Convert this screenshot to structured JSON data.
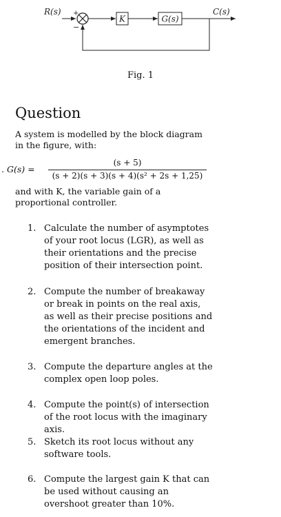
{
  "diagram": {
    "input_label": "R(s)",
    "output_label": "C(s)",
    "plus_sign": "+",
    "minus_sign": "−",
    "gain_block": "K",
    "plant_block": "G(s)"
  },
  "figure_caption": "Fig. 1",
  "question": {
    "title": "Question",
    "intro": "A system is modelled by the block diagram in the figure, with:",
    "equation": {
      "lead": ".",
      "lhs": "G(s) =",
      "numerator": "(s + 5)",
      "denominator": "(s + 2)(s + 3)(s + 4)(s² + 2s + 1,25)"
    },
    "after_text": "and with K, the variable gain of a proportional controller."
  },
  "tasks": [
    {
      "number": "1.",
      "text": "Calculate the number of asymptotes of your root locus (LGR), as well as their orientations and the precise position of their intersection point."
    },
    {
      "number": "2.",
      "text": "Compute the number of breakaway or break in points on the real axis, as well as their precise positions and the orientations of the incident and emergent branches."
    },
    {
      "number": "3.",
      "text": "Compute the departure angles at the complex open loop poles."
    },
    {
      "number": "4.",
      "text": "Compute the point(s) of intersection of the root locus with the imaginary axis."
    },
    {
      "number": "5.",
      "text": "Sketch its root locus without any software tools."
    },
    {
      "number": "6.",
      "text": "Compute the largest gain K that can be used without causing an overshoot greater than 10%."
    }
  ]
}
